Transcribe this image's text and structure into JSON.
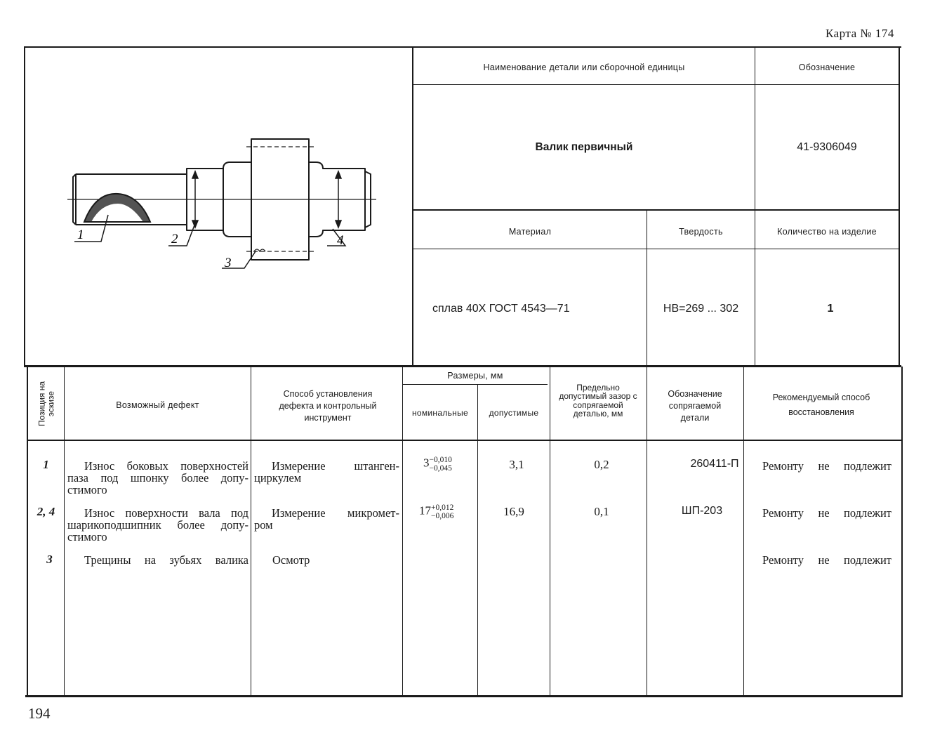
{
  "page": {
    "card_title": "Карта № 174",
    "page_number": "194"
  },
  "header": {
    "name_label": "Наименование детали или сборочной единицы",
    "designation_label": "Обозначение",
    "part_name": "Валик первичный",
    "part_designation": "41-9306049",
    "material_label": "Материал",
    "hardness_label": "Твердость",
    "quantity_label": "Количество на изделие",
    "material": "сплав 40Х ГОСТ 4543—71",
    "hardness": "НВ=269 ... 302",
    "quantity": "1"
  },
  "sketch": {
    "labels": [
      "1",
      "2",
      "3",
      "4"
    ]
  },
  "table": {
    "col_position": "Позиция на эскизе",
    "col_defect": "Возможный дефект",
    "col_method": "Способ установления дефекта и контрольный инструмент",
    "col_sizes": "Размеры, мм",
    "col_nominal": "номинальные",
    "col_allowed": "допустимые",
    "col_gap": "Предельно допустимый зазор с сопрягаемой деталью, мм",
    "col_mating": "Обозначение сопрягаемой детали",
    "col_repair": "Рекомендуемый способ восстановления",
    "rows": [
      {
        "pos": "1",
        "defect": [
          "Износ боковых поверхностей",
          "паза под шпонку более допу-",
          "стимого"
        ],
        "method": [
          "Измерение штанген-",
          "циркулем"
        ],
        "nominal_base": "3",
        "nominal_upper": "−0,010",
        "nominal_lower": "−0,045",
        "allowed": "3,1",
        "gap": "0,2",
        "mating": "260411-П",
        "repair": "Ремонту не подлежит"
      },
      {
        "pos": "2, 4",
        "defect": [
          "Износ поверхности вала под",
          "шарикоподшипник более допу-",
          "стимого"
        ],
        "method": [
          "Измерение микромет-",
          "ром"
        ],
        "nominal_base": "17",
        "nominal_upper": "+0,012",
        "nominal_lower": "−0,006",
        "allowed": "16,9",
        "gap": "0,1",
        "mating": "ШП-203",
        "repair": "Ремонту не подлежит"
      },
      {
        "pos": "3",
        "defect": [
          "Трещины на зубьях валика"
        ],
        "method": [
          "Осмотр"
        ],
        "nominal_base": "",
        "nominal_upper": "",
        "nominal_lower": "",
        "allowed": "",
        "gap": "",
        "mating": "",
        "repair": "Ремонту не подлежит"
      }
    ]
  }
}
